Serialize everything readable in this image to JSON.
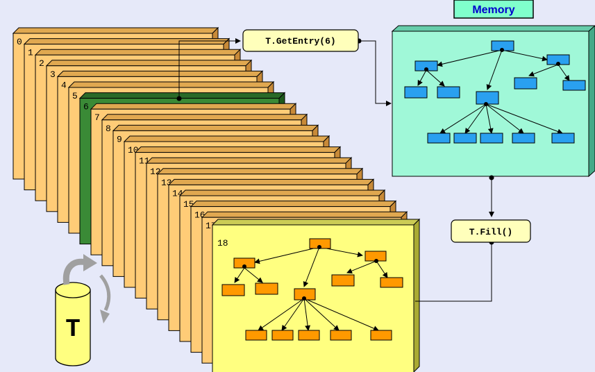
{
  "memory_label": "Memory",
  "getentry_label": "T.GetEntry(6)",
  "fill_label": "T.Fill()",
  "tree_label": "T",
  "entries": [
    "0",
    "1",
    "2",
    "3",
    "4",
    "5",
    "6",
    "7",
    "8",
    "9",
    "10",
    "11",
    "12",
    "13",
    "14",
    "15",
    "16",
    "17",
    "18"
  ],
  "selected_entry": 6,
  "colors": {
    "background": "#e6e9f9",
    "page": "#ffcc77",
    "selected_page": "#3a8a36",
    "front_page": "#ffff80",
    "memory_panel": "#a0f8d8",
    "memory_node": "#2aa0f0",
    "file_node": "#ff9900",
    "memory_label_bg": "#80ffcc",
    "memory_label_text": "#0000cc",
    "button_bg": "#ffffbb",
    "cylinder": "#ffff80",
    "arrow_gray": "#a0a0a0"
  }
}
